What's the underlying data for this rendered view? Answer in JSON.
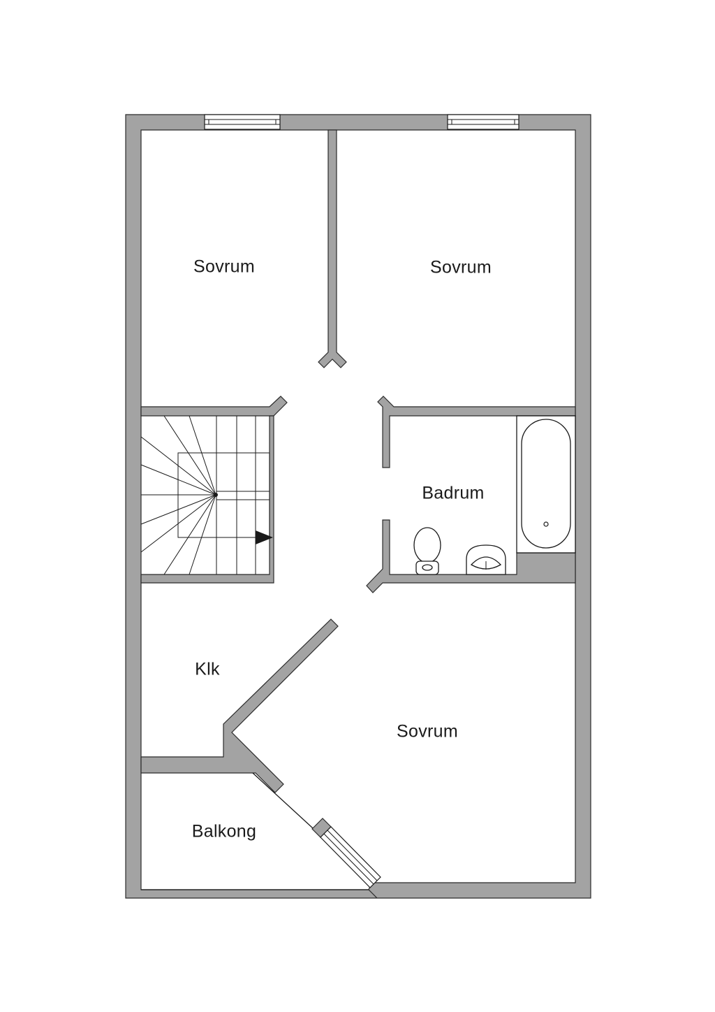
{
  "rooms": {
    "bedroom_top_left": "Sovrum",
    "bedroom_top_right": "Sovrum",
    "bathroom": "Badrum",
    "closet": "Klk",
    "bedroom_bottom": "Sovrum",
    "balcony": "Balkong"
  },
  "colors": {
    "wall_fill": "#a3a3a3",
    "wall_stroke": "#2b2b2b",
    "line": "#1a1a1a",
    "background": "#ffffff"
  },
  "icons": [
    "window-icon",
    "stairs-icon",
    "bathtub-icon",
    "toilet-icon",
    "sink-icon",
    "arrow-icon"
  ]
}
